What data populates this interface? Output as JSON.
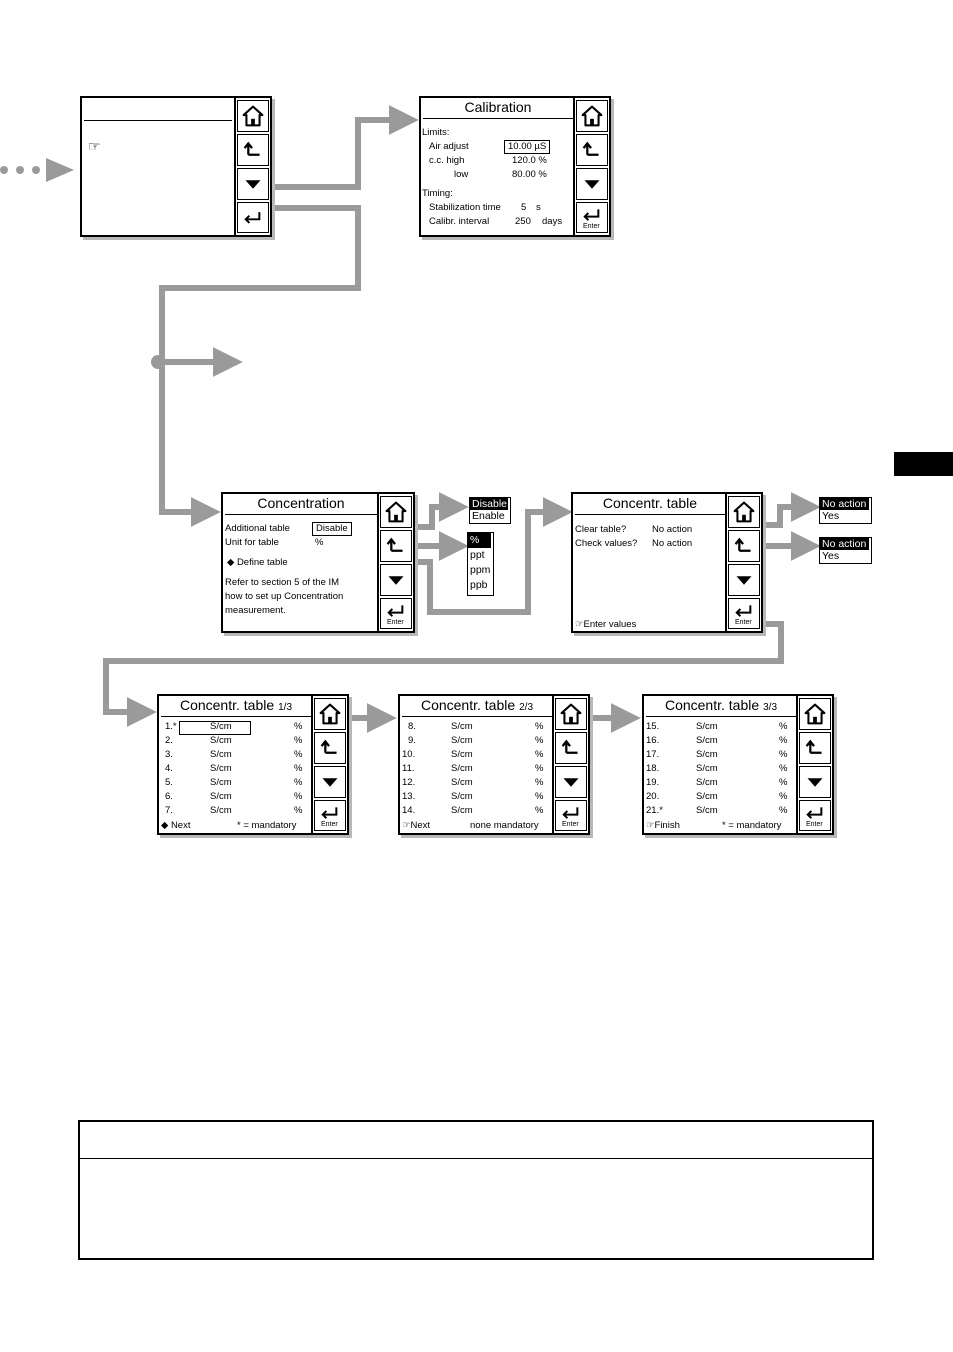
{
  "calibration": {
    "title": "Calibration",
    "limits_label": "Limits:",
    "air_adjust_label": "Air adjust",
    "air_adjust_value": "10.00 µS",
    "cc_high_label": "c.c.  high",
    "cc_high_value": "120.0 %",
    "cc_low_label": "low",
    "cc_low_value": "80.00 %",
    "timing_label": "Timing:",
    "stab_label": "Stabilization time",
    "stab_value": "5",
    "stab_unit": "s",
    "interval_label": "Calibr. interval",
    "interval_value": "250",
    "interval_unit": "days"
  },
  "concentration": {
    "title": "Concentration",
    "additional_label": "Additional table",
    "additional_value": "Disable",
    "unit_label": "Unit for table",
    "unit_value": "%",
    "define_label": "◆ Define table",
    "note_line1": "Refer to section 5 of the IM",
    "note_line2": "how to set up Concentration",
    "note_line3": "measurement."
  },
  "additional_options": [
    "Disable",
    "Enable"
  ],
  "unit_options": [
    "%",
    "ppt",
    "ppm",
    "ppb"
  ],
  "concentr_table": {
    "title": "Concentr. table",
    "clear_label": "Clear table?",
    "clear_value": "No action",
    "check_label": "Check values?",
    "check_value": "No action",
    "enter_label": "☞Enter values"
  },
  "action_options": [
    "No action",
    "Yes"
  ],
  "buttons": {
    "enter_label": "Enter"
  },
  "table_pages": [
    {
      "title": "Concentr. table",
      "page": "1/3",
      "rows": [
        {
          "n": "1.*",
          "unit": "S/cm",
          "pct": "%"
        },
        {
          "n": "2.",
          "unit": "S/cm",
          "pct": "%"
        },
        {
          "n": "3.",
          "unit": "S/cm",
          "pct": "%"
        },
        {
          "n": "4.",
          "unit": "S/cm",
          "pct": "%"
        },
        {
          "n": "5.",
          "unit": "S/cm",
          "pct": "%"
        },
        {
          "n": "6.",
          "unit": "S/cm",
          "pct": "%"
        },
        {
          "n": "7.",
          "unit": "S/cm",
          "pct": "%"
        }
      ],
      "footer_left": "◆ Next",
      "footer_right": "* = mandatory"
    },
    {
      "title": "Concentr. table",
      "page": "2/3",
      "rows": [
        {
          "n": "8.",
          "unit": "S/cm",
          "pct": "%"
        },
        {
          "n": "9.",
          "unit": "S/cm",
          "pct": "%"
        },
        {
          "n": "10.",
          "unit": "S/cm",
          "pct": "%"
        },
        {
          "n": "11.",
          "unit": "S/cm",
          "pct": "%"
        },
        {
          "n": "12.",
          "unit": "S/cm",
          "pct": "%"
        },
        {
          "n": "13.",
          "unit": "S/cm",
          "pct": "%"
        },
        {
          "n": "14.",
          "unit": "S/cm",
          "pct": "%"
        }
      ],
      "footer_left": "☞Next",
      "footer_right": "none mandatory"
    },
    {
      "title": "Concentr. table",
      "page": "3/3",
      "rows": [
        {
          "n": "15.",
          "unit": "S/cm",
          "pct": "%"
        },
        {
          "n": "16.",
          "unit": "S/cm",
          "pct": "%"
        },
        {
          "n": "17.",
          "unit": "S/cm",
          "pct": "%"
        },
        {
          "n": "18.",
          "unit": "S/cm",
          "pct": "%"
        },
        {
          "n": "19.",
          "unit": "S/cm",
          "pct": "%"
        },
        {
          "n": "20.",
          "unit": "S/cm",
          "pct": "%"
        },
        {
          "n": "21.*",
          "unit": "S/cm",
          "pct": "%"
        }
      ],
      "footer_left": "☞Finish",
      "footer_right": "* = mandatory"
    }
  ],
  "icons": [
    "home-icon",
    "back-icon",
    "down-arrow-icon",
    "enter-icon",
    "hand-pointer-icon"
  ],
  "colors": {
    "connector": "#9a9a9a",
    "shadow": "#b8b8b8"
  }
}
